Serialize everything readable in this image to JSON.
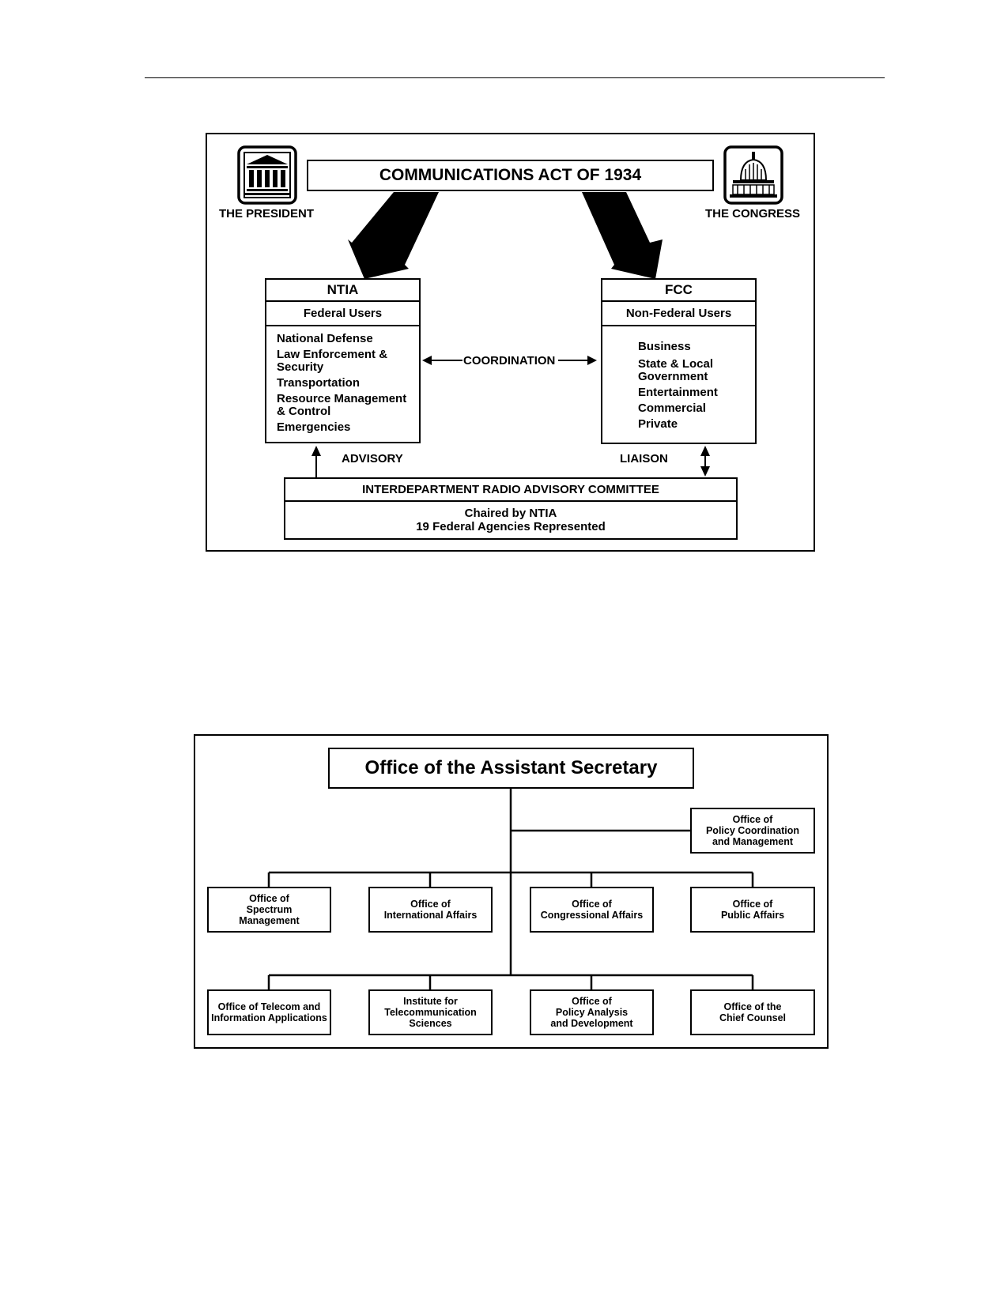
{
  "diagram1": {
    "act_title": "COMMUNICATIONS ACT OF 1934",
    "president_label": "THE PRESIDENT",
    "congress_label": "THE CONGRESS",
    "president_icon": "building-icon",
    "congress_icon": "capitol-dome-icon",
    "ntia": {
      "title": "NTIA",
      "subtitle": "Federal Users",
      "items": [
        "National Defense",
        "Law Enforcement &\nSecurity",
        "Transportation",
        "Resource Management\n& Control",
        "Emergencies"
      ]
    },
    "fcc": {
      "title": "FCC",
      "subtitle": "Non-Federal Users",
      "items": [
        "Business",
        "State & Local\nGovernment",
        "Entertainment",
        "Commercial",
        "Private"
      ]
    },
    "coordination_label": "COORDINATION",
    "advisory_label": "ADVISORY",
    "liaison_label": "LIAISON",
    "irac": {
      "title": "INTERDEPARTMENT RADIO ADVISORY COMMITTEE",
      "line1": "Chaired by NTIA",
      "line2": "19 Federal Agencies Represented"
    }
  },
  "diagram2": {
    "top": "Office of the Assistant Secretary",
    "side": "Office of\nPolicy Coordination\nand Management",
    "row1": [
      "Office of\nSpectrum\nManagement",
      "Office of\nInternational Affairs",
      "Office of\nCongressional Affairs",
      "Office of\nPublic Affairs"
    ],
    "row2": [
      "Office of Telecom and\nInformation Applications",
      "Institute for\nTelecommunication\nSciences",
      "Office of\nPolicy Analysis\nand Development",
      "Office of the\nChief Counsel"
    ]
  }
}
